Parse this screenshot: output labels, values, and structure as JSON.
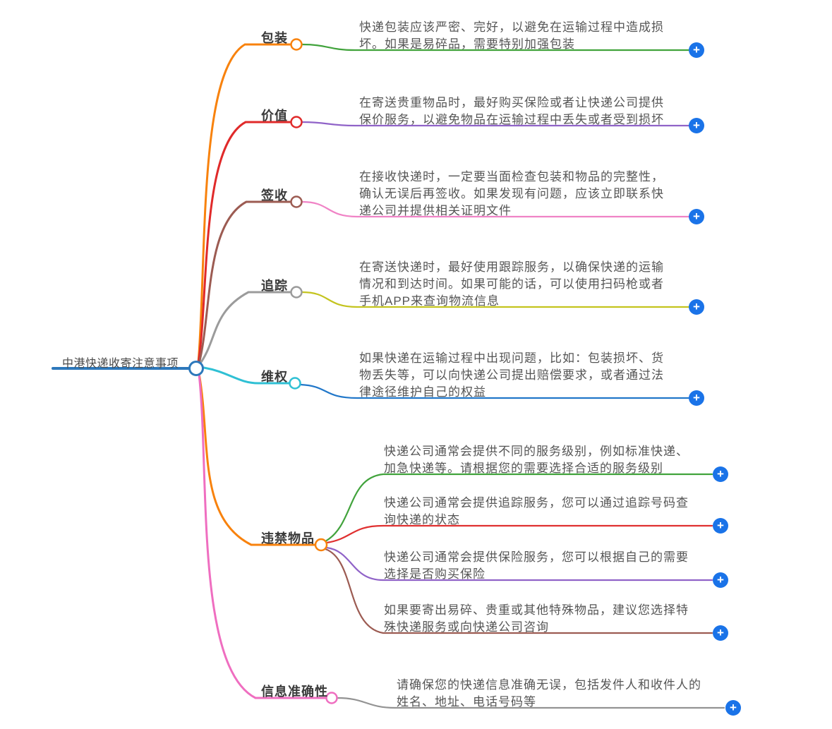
{
  "root": {
    "label": "中港快递收寄注意事项",
    "color": "#2d78bb"
  },
  "plus": {
    "glyph": "+",
    "color": "#1a73e8"
  },
  "branches": [
    {
      "label": "包装",
      "color": "#f8820d",
      "children": [
        {
          "text": "快递包装应该严密、完好，以避免在运输过程中造成损坏。如果是易碎品，需要特别加强包装",
          "color": "#41a33c"
        }
      ]
    },
    {
      "label": "价值",
      "color": "#e02a2a",
      "children": [
        {
          "text": "在寄送贵重物品时，最好购买保险或者让快递公司提供保价服务，以避免物品在运输过程中丢失或者受到损坏",
          "color": "#9063c8"
        }
      ]
    },
    {
      "label": "签收",
      "color": "#9c5b52",
      "children": [
        {
          "text": "在接收快递时，一定要当面检查包装和物品的完整性，确认无误后再签收。如果发现有问题，应该立即联系快递公司并提供相关证明文件",
          "color": "#f083c6"
        }
      ]
    },
    {
      "label": "追踪",
      "color": "#9b9b9b",
      "children": [
        {
          "text": "在寄送快递时，最好使用跟踪服务，以确保快递的运输情况和到达时间。如果可能的话，可以使用扫码枪或者手机APP来查询物流信息",
          "color": "#c4c41f"
        }
      ]
    },
    {
      "label": "维权",
      "color": "#2fc0d4",
      "children": [
        {
          "text": "如果快递在运输过程中出现问题，比如：包装损坏、货物丢失等，可以向快递公司提出赔偿要求，或者通过法律途径维护自己的权益",
          "color": "#2177c9"
        }
      ]
    },
    {
      "label": "违禁物品",
      "color": "#f8820d",
      "children": [
        {
          "text": "快递公司通常会提供不同的服务级别，例如标准快递、加急快递等。请根据您的需要选择合适的服务级别",
          "color": "#41a33c"
        },
        {
          "text": "快递公司通常会提供追踪服务，您可以通过追踪号码查询快递的状态",
          "color": "#e03030"
        },
        {
          "text": "快递公司通常会提供保险服务，您可以根据自己的需要选择是否购买保险",
          "color": "#9063c8"
        },
        {
          "text": "如果要寄出易碎、贵重或其他特殊物品，建议您选择特殊快递服务或向快递公司咨询",
          "color": "#9c5b52"
        }
      ]
    },
    {
      "label": "信息准确性",
      "color": "#ef6ec0",
      "children": [
        {
          "text": "请确保您的快递信息准确无误，包括发件人和收件人的姓名、地址、电话号码等",
          "color": "#939393"
        }
      ]
    }
  ]
}
